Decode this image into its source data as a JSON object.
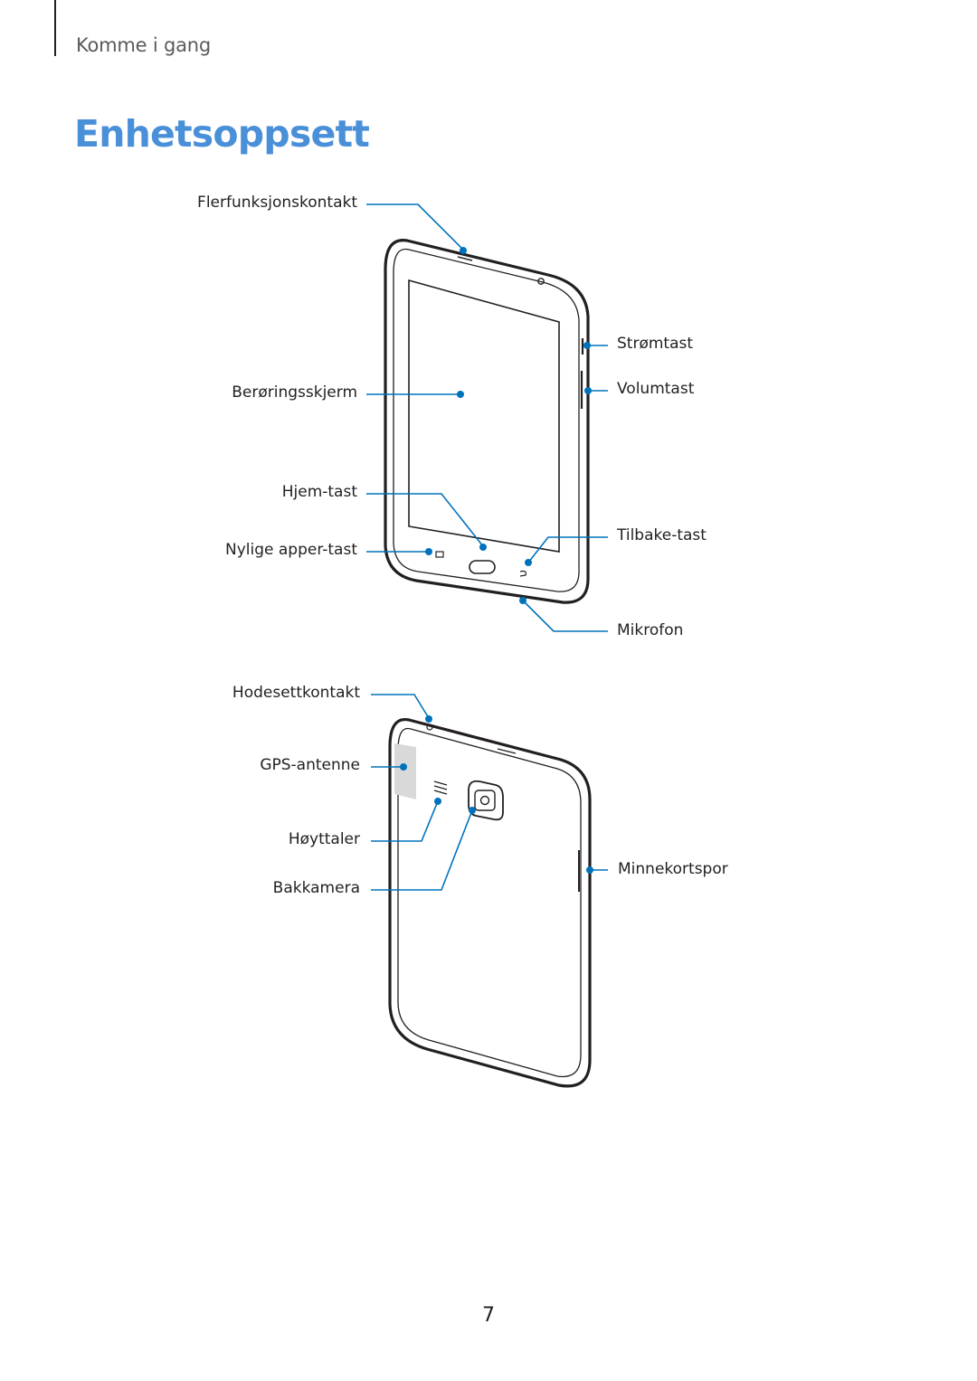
{
  "header": {
    "section": "Komme i gang"
  },
  "title": "Enhetsoppsett",
  "front": {
    "labels": {
      "multipurpose_jack": "Flerfunksjonskontakt",
      "touchscreen": "Berøringsskjerm",
      "home_key": "Hjem-tast",
      "recent_apps_key": "Nylige apper-tast",
      "power_key": "Strømtast",
      "volume_key": "Volumtast",
      "back_key": "Tilbake-tast",
      "microphone": "Mikrofon"
    }
  },
  "back": {
    "labels": {
      "headset_jack": "Hodesettkontakt",
      "gps_antenna": "GPS-antenne",
      "speaker": "Høyttaler",
      "rear_camera": "Bakkamera",
      "memory_card_slot": "Minnekortspor"
    }
  },
  "page_number": "7",
  "colors": {
    "title": "#4a90d9",
    "callout": "#0072bc",
    "device": "#231f20"
  }
}
